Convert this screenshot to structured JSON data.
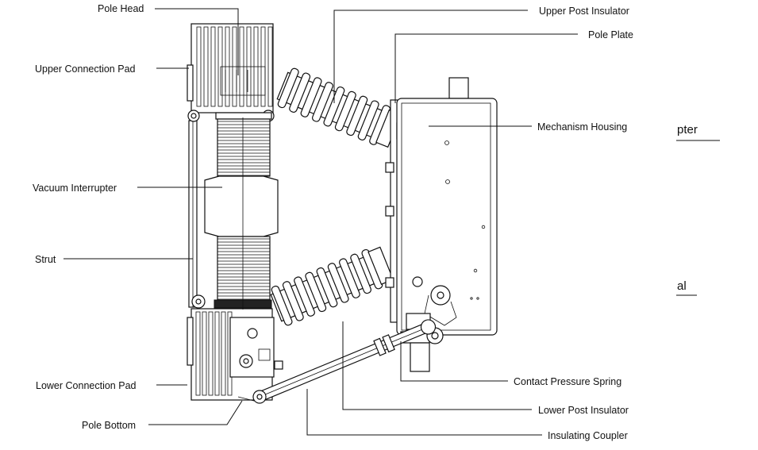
{
  "diagram": {
    "labels": {
      "pole_head": "Pole Head",
      "upper_connection_pad": "Upper Connection Pad",
      "vacuum_interrupter": "Vacuum Interrupter",
      "strut": "Strut",
      "lower_connection_pad": "Lower Connection Pad",
      "pole_bottom": "Pole Bottom",
      "upper_post_insulator": "Upper Post Insulator",
      "pole_plate": "Pole Plate",
      "mechanism_housing": "Mechanism Housing",
      "contact_pressure_spring": "Contact Pressure Spring",
      "lower_post_insulator": "Lower Post Insulator",
      "insulating_coupler": "Insulating Coupler"
    },
    "clipped_text": {
      "right_top": "pter",
      "right_bottom": "al"
    }
  }
}
